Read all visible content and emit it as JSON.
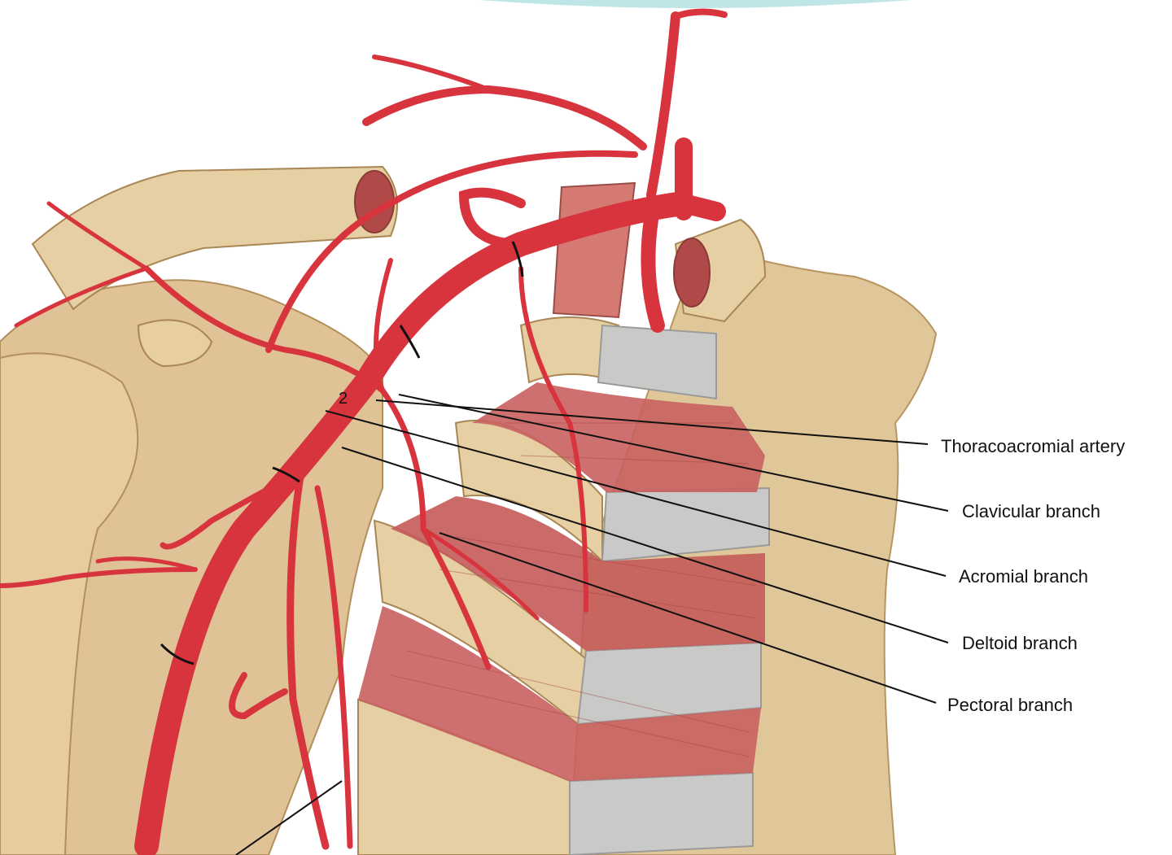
{
  "diagram": {
    "marker_number": "2",
    "labels": [
      {
        "id": "thoracoacromial",
        "text": "Thoracoacromial artery"
      },
      {
        "id": "clavicular",
        "text": "Clavicular branch"
      },
      {
        "id": "acromial",
        "text": "Acromial branch"
      },
      {
        "id": "deltoid",
        "text": "Deltoid branch"
      },
      {
        "id": "pectoral",
        "text": "Pectoral branch"
      }
    ]
  },
  "colors": {
    "bone": "#e3cba0",
    "bone_shadow": "#c9a873",
    "cartilage": "#c9cac8",
    "muscle": "#c9605f",
    "artery": "#d8343e",
    "leader": "#111111"
  }
}
